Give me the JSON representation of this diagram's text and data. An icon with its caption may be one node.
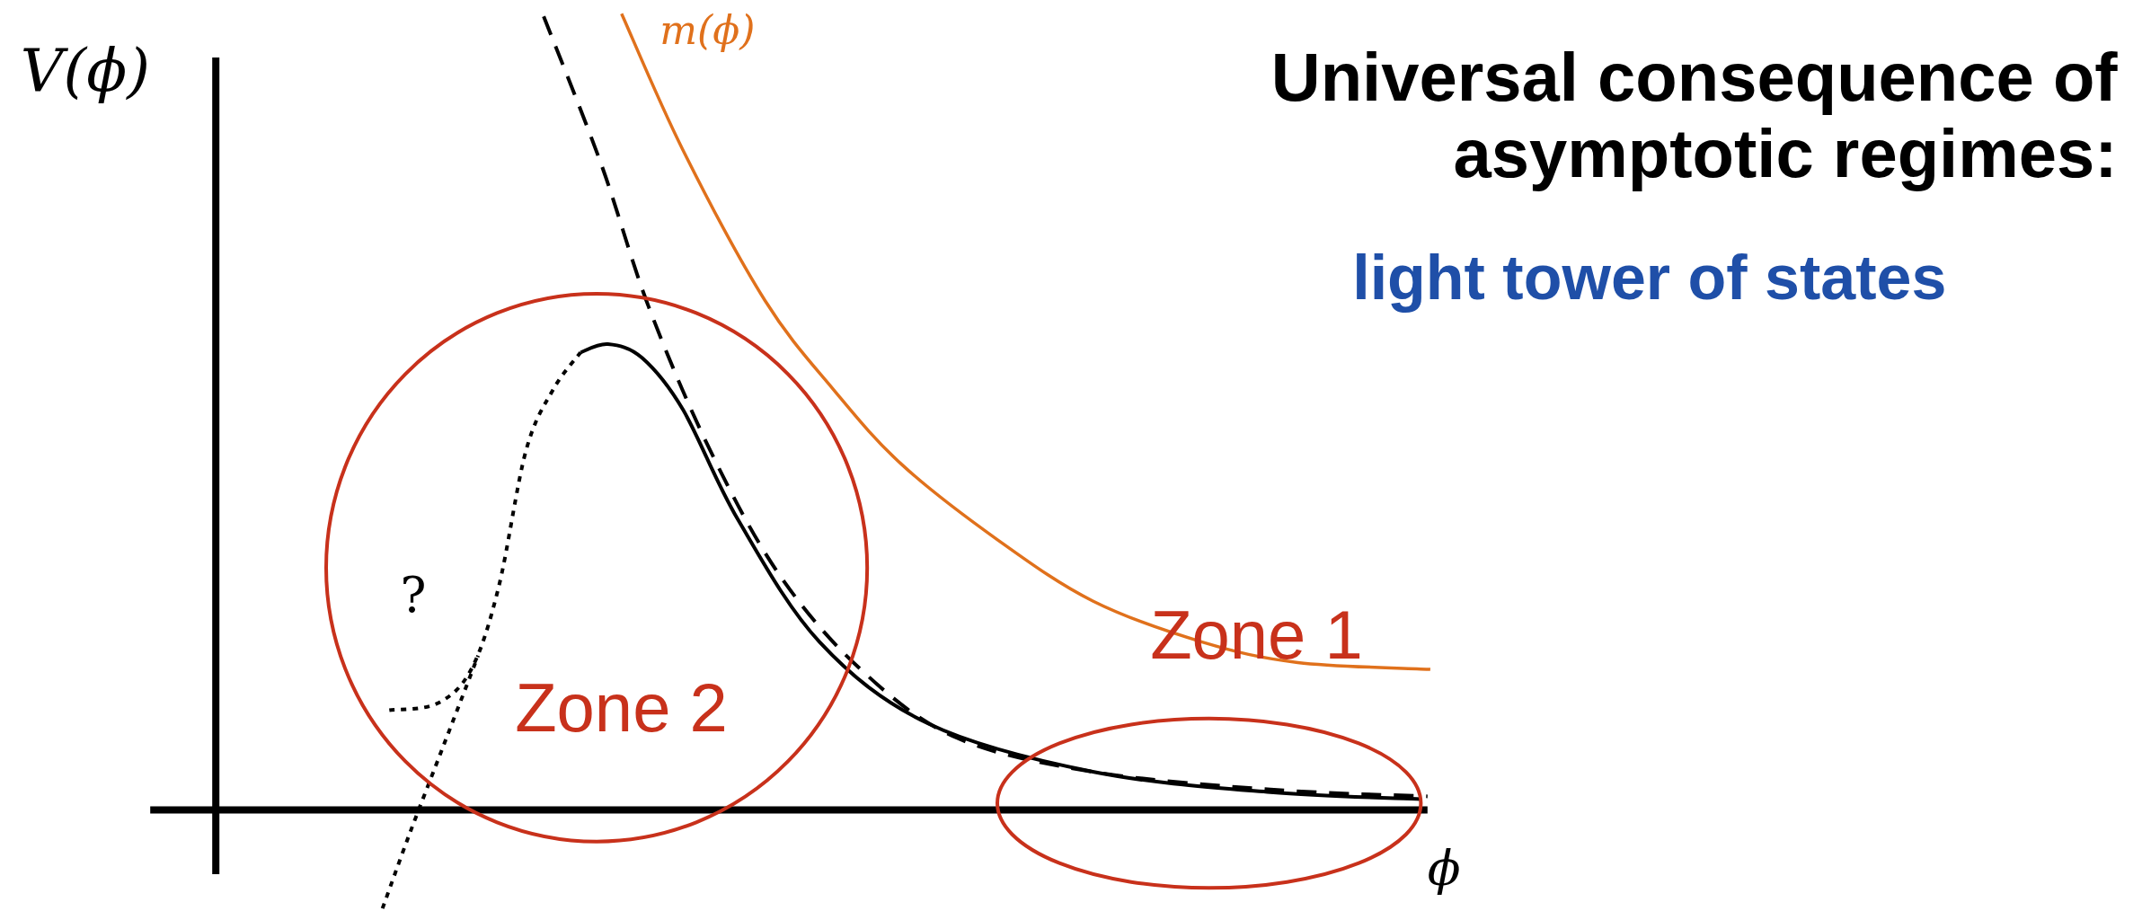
{
  "diagram": {
    "title": "Universal consequence of asymptotic regimes:",
    "nodes": [
      {
        "text": [
          "Zone 2"
        ]
      },
      {
        "text": [
          "Zone 1"
        ]
      }
    ],
    "edges": [],
    "labels": [
      "V(ϕ)",
      "m(ϕ)",
      "?",
      "ϕ",
      "light tower of states"
    ]
  }
}
